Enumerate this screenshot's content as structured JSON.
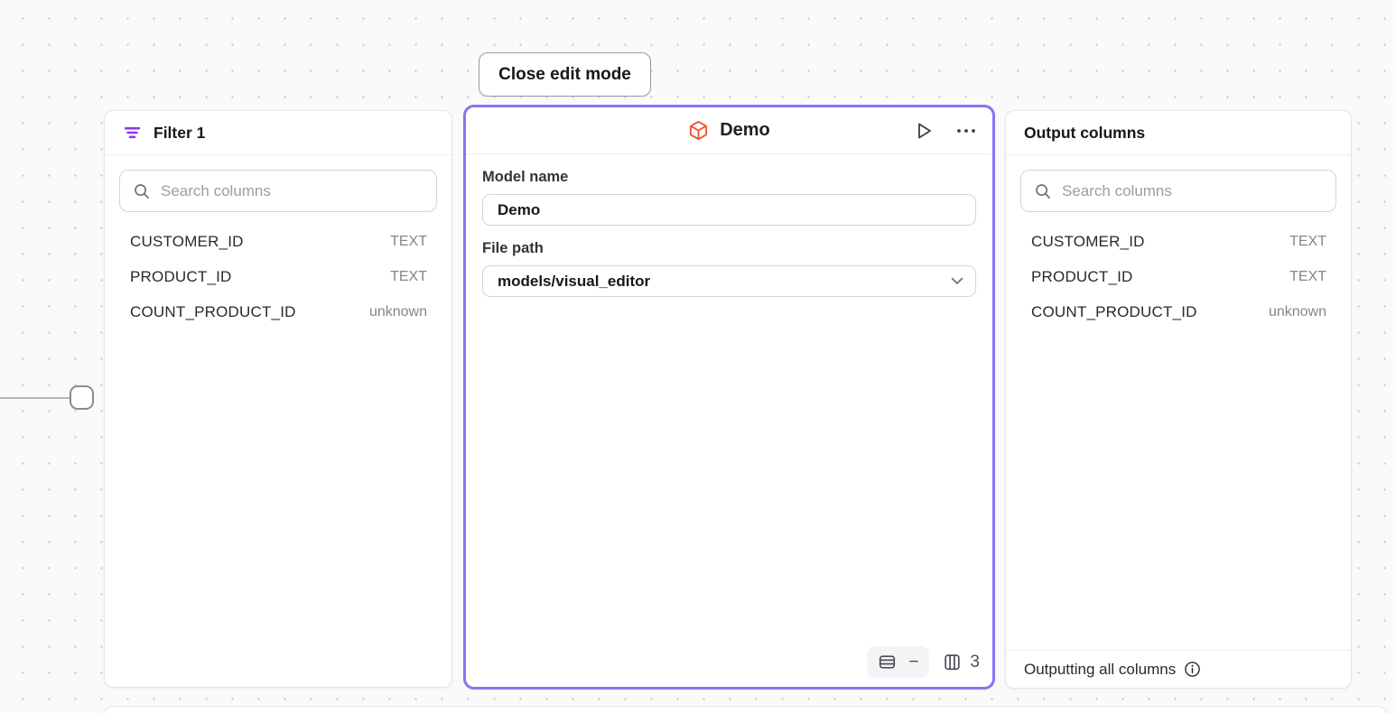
{
  "toolbar": {
    "close_edit_label": "Close edit mode"
  },
  "filter_panel": {
    "title": "Filter 1",
    "search_placeholder": "Search columns",
    "columns": [
      {
        "name": "CUSTOMER_ID",
        "type": "TEXT"
      },
      {
        "name": "PRODUCT_ID",
        "type": "TEXT"
      },
      {
        "name": "COUNT_PRODUCT_ID",
        "type": "unknown"
      }
    ]
  },
  "model_panel": {
    "title": "Demo",
    "model_name_label": "Model name",
    "model_name_value": "Demo",
    "file_path_label": "File path",
    "file_path_value": "models/visual_editor",
    "row_count": "−",
    "column_count": "3"
  },
  "output_panel": {
    "title": "Output columns",
    "search_placeholder": "Search columns",
    "columns": [
      {
        "name": "CUSTOMER_ID",
        "type": "TEXT"
      },
      {
        "name": "PRODUCT_ID",
        "type": "TEXT"
      },
      {
        "name": "COUNT_PRODUCT_ID",
        "type": "unknown"
      }
    ],
    "footer_text": "Outputting all columns"
  },
  "colors": {
    "selection_purple": "#8873F2",
    "filter_icon_purple": "#9333EA",
    "model_icon_orange": "#F1502F",
    "connector_gray": "#B4B4BA"
  }
}
